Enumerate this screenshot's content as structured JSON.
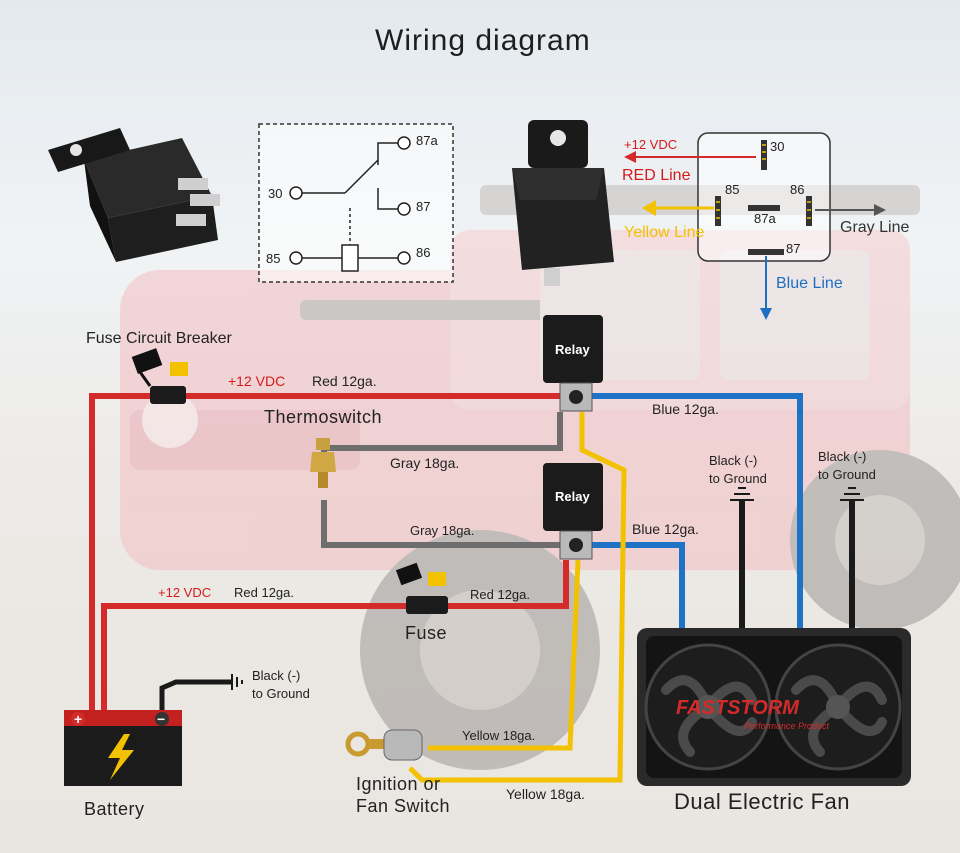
{
  "title": "Wiring diagram",
  "relay_schematic": {
    "pins": {
      "p87a": "87a",
      "p87": "87",
      "p30": "30",
      "p85": "85",
      "p86": "86"
    }
  },
  "pin_diagram": {
    "power_label": "+12 VDC",
    "red_line": "RED Line",
    "yellow_line": "Yellow Line",
    "gray_line": "Gray Line",
    "blue_line": "Blue Line",
    "pins": {
      "p30": "30",
      "p85": "85",
      "p86": "86",
      "p87a": "87a",
      "p87": "87"
    }
  },
  "components": {
    "fuse_breaker": "Fuse Circuit Breaker",
    "relay_top": "Relay",
    "relay_bottom": "Relay",
    "thermoswitch": "Thermoswitch",
    "fuse": "Fuse",
    "battery": "Battery",
    "ignition": [
      "Ignition or",
      "Fan Switch"
    ],
    "fan": "Dual Electric Fan",
    "fan_brand": "FASTSTORM",
    "fan_tagline": "Performance Product"
  },
  "wires": {
    "red_top_vdc": "+12 VDC",
    "red_top_gauge": "Red 12ga.",
    "blue_top": "Blue 12ga.",
    "gray_top": "Gray 18ga.",
    "gray_bottom": "Gray 18ga.",
    "blue_bottom": "Blue 12ga.",
    "red_bottom_vdc": "+12 VDC",
    "red_bottom_gauge": "Red 12ga.",
    "red_fuse": "Red 12ga.",
    "yellow_top": "Yellow 18ga.",
    "yellow_bottom": "Yellow 18ga."
  },
  "grounds": {
    "ground_1": [
      "Black (-)",
      "to Ground"
    ],
    "ground_2": [
      "Black (-)",
      "to Ground"
    ],
    "battery_ground": [
      "Black (-)",
      "to Ground"
    ]
  },
  "colors": {
    "red_wire": "#d42a2a",
    "blue_wire": "#1f73c6",
    "gray_wire": "#6e6e6e",
    "yellow_wire": "#f2c200",
    "black_wire": "#1a1a1a"
  }
}
